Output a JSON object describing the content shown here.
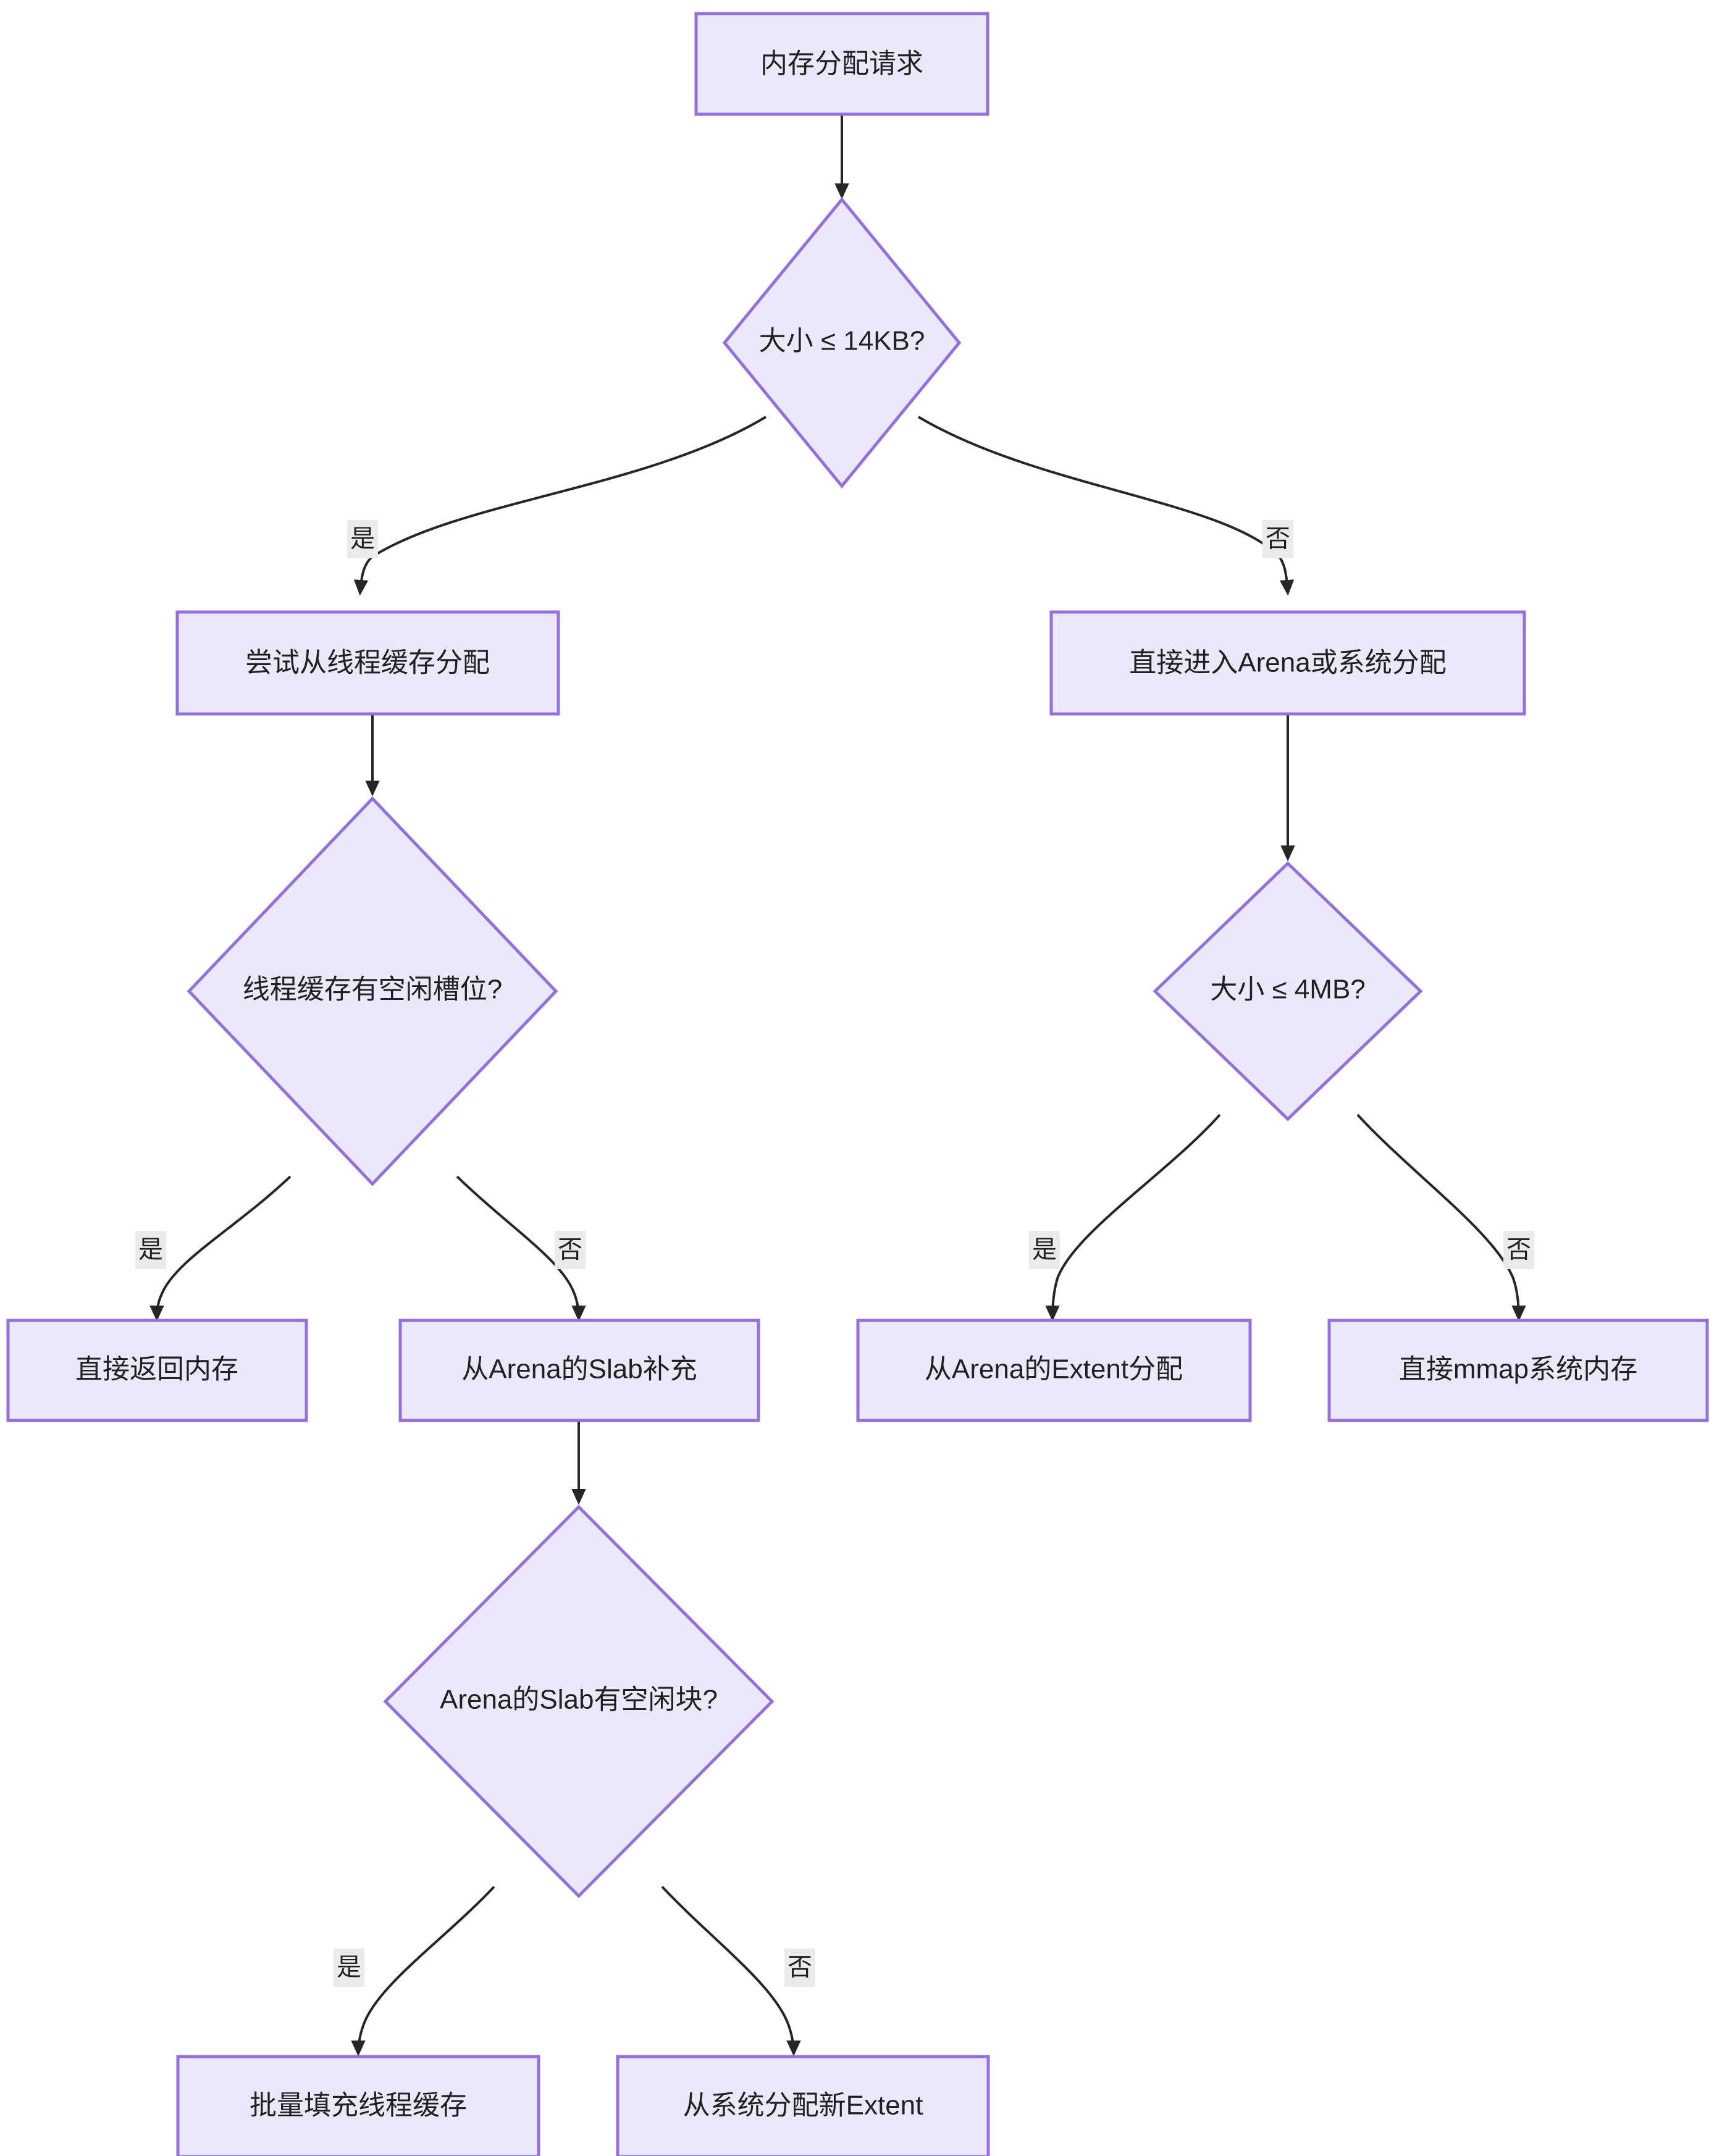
{
  "diagram": {
    "type": "flowchart",
    "direction": "top-down",
    "theme": {
      "node_fill": "#ECE8FB",
      "node_stroke": "#9370DB",
      "edge_stroke": "#262626",
      "edge_label_bg": "#ebebeb",
      "text_color": "#1f2020",
      "background": "#ffffff"
    },
    "nodes": [
      {
        "id": "n1",
        "shape": "rect",
        "label": "内存分配请求"
      },
      {
        "id": "n2",
        "shape": "diamond",
        "label": "大小 ≤ 14KB?"
      },
      {
        "id": "n3",
        "shape": "rect",
        "label": "尝试从线程缓存分配"
      },
      {
        "id": "n4",
        "shape": "rect",
        "label": "直接进入Arena或系统分配"
      },
      {
        "id": "n5",
        "shape": "diamond",
        "label": "线程缓存有空闲槽位?"
      },
      {
        "id": "n6",
        "shape": "diamond",
        "label": "大小 ≤ 4MB?"
      },
      {
        "id": "n7",
        "shape": "rect",
        "label": "直接返回内存"
      },
      {
        "id": "n8",
        "shape": "rect",
        "label": "从Arena的Slab补充"
      },
      {
        "id": "n9",
        "shape": "rect",
        "label": "从Arena的Extent分配"
      },
      {
        "id": "n10",
        "shape": "rect",
        "label": "直接mmap系统内存"
      },
      {
        "id": "n11",
        "shape": "diamond",
        "label": "Arena的Slab有空闲块?"
      },
      {
        "id": "n12",
        "shape": "rect",
        "label": "批量填充线程缓存"
      },
      {
        "id": "n13",
        "shape": "rect",
        "label": "从系统分配新Extent"
      }
    ],
    "edges": [
      {
        "from": "n1",
        "to": "n2",
        "label": ""
      },
      {
        "from": "n2",
        "to": "n3",
        "label": "是"
      },
      {
        "from": "n2",
        "to": "n4",
        "label": "否"
      },
      {
        "from": "n3",
        "to": "n5",
        "label": ""
      },
      {
        "from": "n4",
        "to": "n6",
        "label": ""
      },
      {
        "from": "n5",
        "to": "n7",
        "label": "是"
      },
      {
        "from": "n5",
        "to": "n8",
        "label": "否"
      },
      {
        "from": "n6",
        "to": "n9",
        "label": "是"
      },
      {
        "from": "n6",
        "to": "n10",
        "label": "否"
      },
      {
        "from": "n8",
        "to": "n11",
        "label": ""
      },
      {
        "from": "n11",
        "to": "n12",
        "label": "是"
      },
      {
        "from": "n11",
        "to": "n13",
        "label": "否"
      }
    ],
    "edge_labels": {
      "e2_3": "是",
      "e2_4": "否",
      "e5_7": "是",
      "e5_8": "否",
      "e6_9": "是",
      "e6_10": "否",
      "e11_12": "是",
      "e11_13": "否"
    }
  }
}
